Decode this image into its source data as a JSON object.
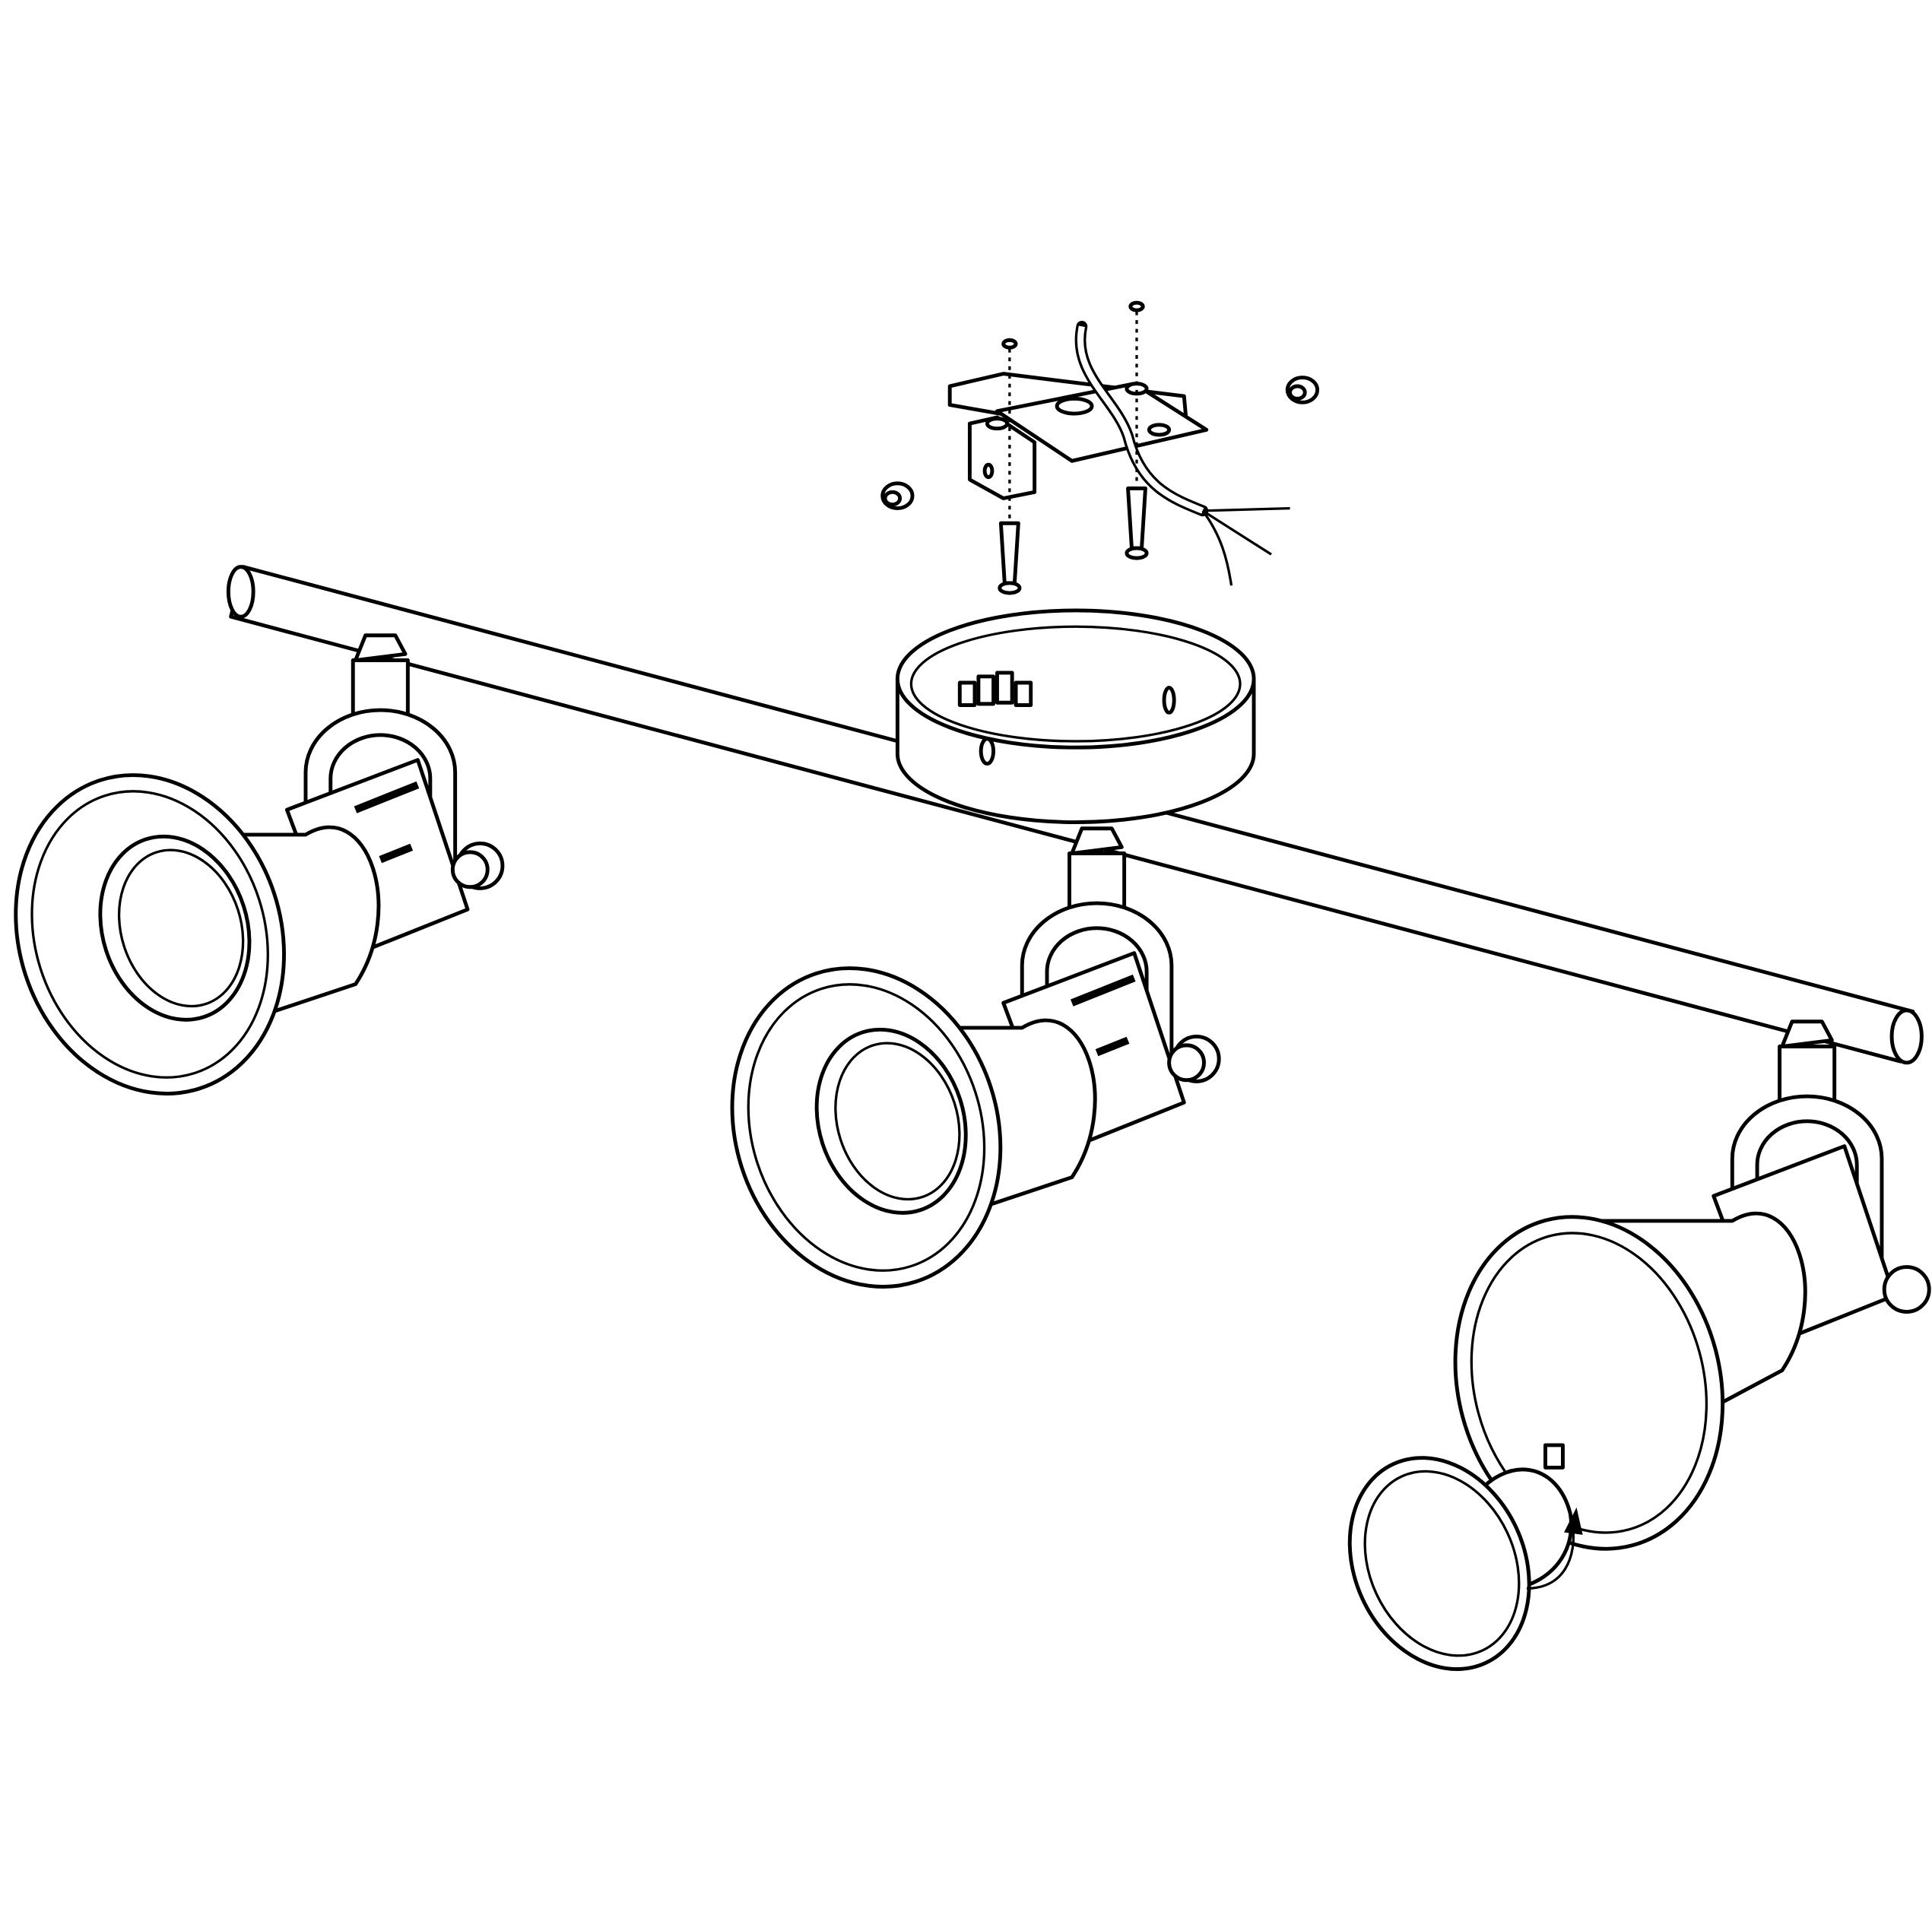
{
  "diagram": {
    "subject": "",
    "colors": {
      "line": "#000000",
      "background": "#ffffff"
    },
    "parts": [
      "mounting-bracket",
      "screws",
      "wall-plugs",
      "supply-wires",
      "canopy",
      "bar",
      "spotlight",
      "spotlight",
      "spotlight",
      "bulb"
    ]
  }
}
